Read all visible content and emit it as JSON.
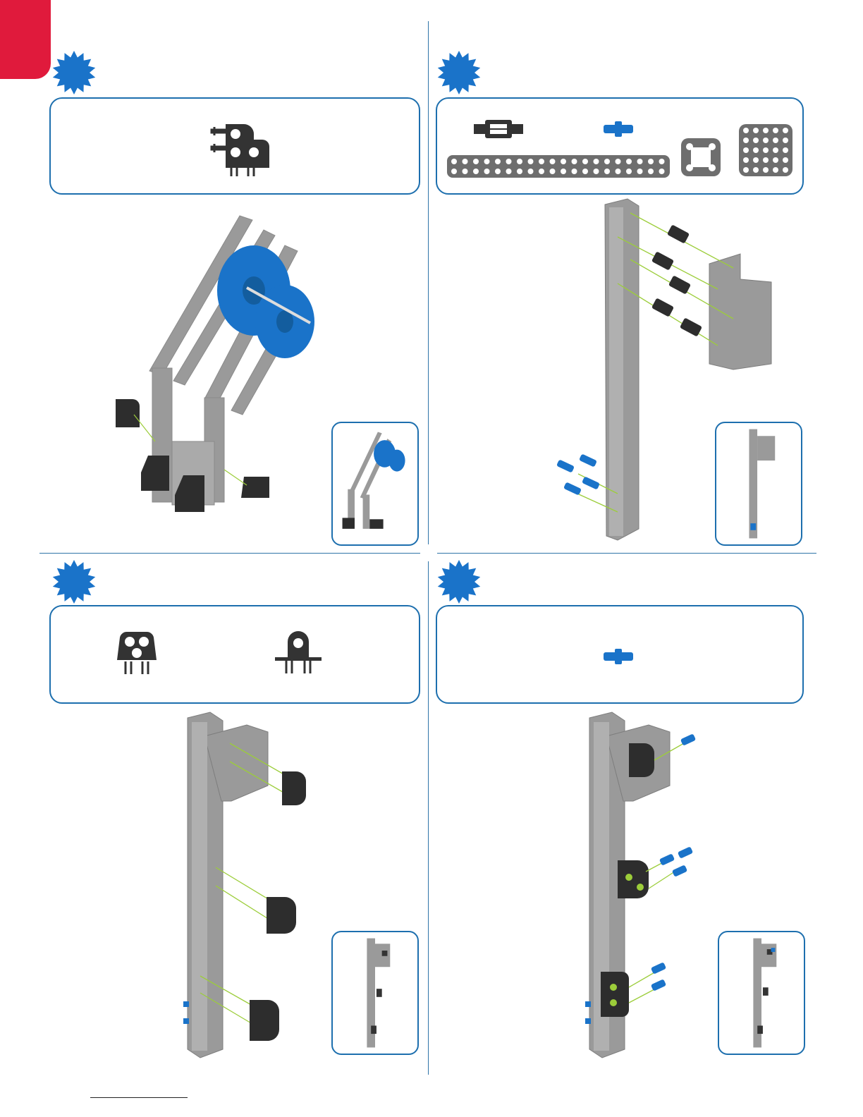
{
  "page": {
    "accent_color": "#e01a3c",
    "frame_color": "#1d6fae",
    "badge_color": "#1a73c9"
  },
  "steps": [
    {
      "id": "step-a",
      "badge_icon": "starburst-badge-icon",
      "parts": [
        {
          "icon": "corner-connector-icon",
          "color": "#333333"
        }
      ]
    },
    {
      "id": "step-b",
      "badge_icon": "starburst-badge-icon",
      "parts": [
        {
          "icon": "standoff-connector-icon",
          "color": "#333333"
        },
        {
          "icon": "blue-pin-icon",
          "color": "#1a73c9"
        },
        {
          "icon": "long-beam-icon",
          "color": "#666666"
        },
        {
          "icon": "small-square-plate-icon",
          "color": "#666666"
        },
        {
          "icon": "square-plate-icon",
          "color": "#666666"
        }
      ]
    },
    {
      "id": "step-c",
      "badge_icon": "starburst-badge-icon",
      "parts": [
        {
          "icon": "triple-hole-connector-icon",
          "color": "#333333"
        },
        {
          "icon": "single-hole-bracket-icon",
          "color": "#333333"
        }
      ]
    },
    {
      "id": "step-d",
      "badge_icon": "starburst-badge-icon",
      "parts": [
        {
          "icon": "blue-pin-icon",
          "color": "#1a73c9"
        }
      ]
    }
  ]
}
